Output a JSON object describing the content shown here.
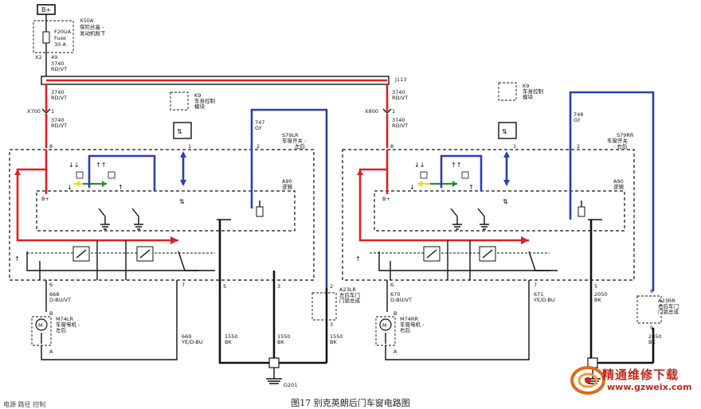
{
  "battery": "B+",
  "fuse": {
    "block_code": "X50A",
    "block_name_1": "保险丝盒 -",
    "block_name_2": "发动机舱下",
    "id": "F20UA",
    "type": "Fuse",
    "rating": "30 A",
    "pin_left": "X2",
    "pin_right": "49"
  },
  "main_wire": {
    "circuit": "3740",
    "color": "RD/VT"
  },
  "splice": "J113",
  "left": {
    "connector": "X700",
    "pin1": "1",
    "wire_top_circuit": "3740",
    "wire_top_color": "RD/VT",
    "wire_bot_circuit": "3740",
    "wire_bot_color": "RD/VT",
    "bcm_code": "K9",
    "bcm_name_1": "车身控制",
    "bcm_name_2": "模块",
    "bcm_pin": "1",
    "blue_wire_circuit": "747",
    "blue_wire_color": "GY",
    "switch_code": "S79LR",
    "switch_name_1": "车窗开关 -",
    "switch_name_2": "左后",
    "pin_8": "8",
    "pin_2": "2",
    "logic_code": "A90",
    "logic_name": "逻辑",
    "bplus": "B+",
    "pin_6": "6",
    "pin_7": "7",
    "pin_5": "5",
    "pin_3": "3",
    "motor_wire_circuit": "668",
    "motor_wire_color": "D-BU/VT",
    "motor_code": "M74LR",
    "motor_name_1": "车窗电机 -",
    "motor_name_2": "左后",
    "motor_pin_b": "B",
    "motor_pin_a": "A",
    "wire2_circuit": "669",
    "wire2_color": "YE/D-BU",
    "ground1_circuit": "1550",
    "ground1_color": "BK",
    "ground2_circuit": "1550",
    "ground2_color": "BK",
    "ground3_circuit": "1550",
    "ground3_color": "BK",
    "door_code": "A23LR",
    "door_name_1": "左后车门",
    "door_name_2": "门锁总成",
    "door_pin_top": "2",
    "door_pin_bot": "3",
    "ground": "G201"
  },
  "right": {
    "connector": "X800",
    "pin1": "1",
    "wire_top_circuit": "3740",
    "wire_top_color": "RD/VT",
    "wire_bot_circuit": "3740",
    "wire_bot_color": "RD/VT",
    "bcm_code": "K9",
    "bcm_name_1": "车身控制",
    "bcm_name_2": "模块",
    "bcm_pin": "1",
    "blue_wire_circuit": "748",
    "blue_wire_color": "GY",
    "switch_code": "S79RR",
    "switch_name_1": "车窗开关",
    "switch_name_2": "- 右后",
    "pin_8": "8",
    "pin_2": "2",
    "logic_code": "A90",
    "logic_name": "逻辑",
    "bplus": "B+",
    "pin_6": "6",
    "pin_7": "7",
    "pin_5": "5",
    "motor_wire_circuit": "670",
    "motor_wire_color": "D-BU/VT",
    "motor_code": "M74RR",
    "motor_name_1": "车窗电机 -",
    "motor_name_2": "右后",
    "motor_pin_b": "B",
    "motor_pin_a": "A",
    "wire2_circuit": "671",
    "wire2_color": "YE/D-BU",
    "ground1_circuit": "2050",
    "ground1_color": "BK",
    "ground2_circuit": "2050",
    "ground2_color": "BK",
    "door_code": "A23RR",
    "door_name_1": "右后车门",
    "door_name_2": "门锁总成",
    "door_pin_top": "8",
    "door_pin_bot": "9"
  },
  "caption": "图17  别克英朗后门车窗电路图",
  "watermark": {
    "name": "精通维修下载",
    "url": "www.gzweix.com"
  },
  "corner_note": "电源 路径 控制",
  "colors": {
    "power": "#e02020",
    "signal": "#2c3fb0",
    "ground": "#111111"
  }
}
